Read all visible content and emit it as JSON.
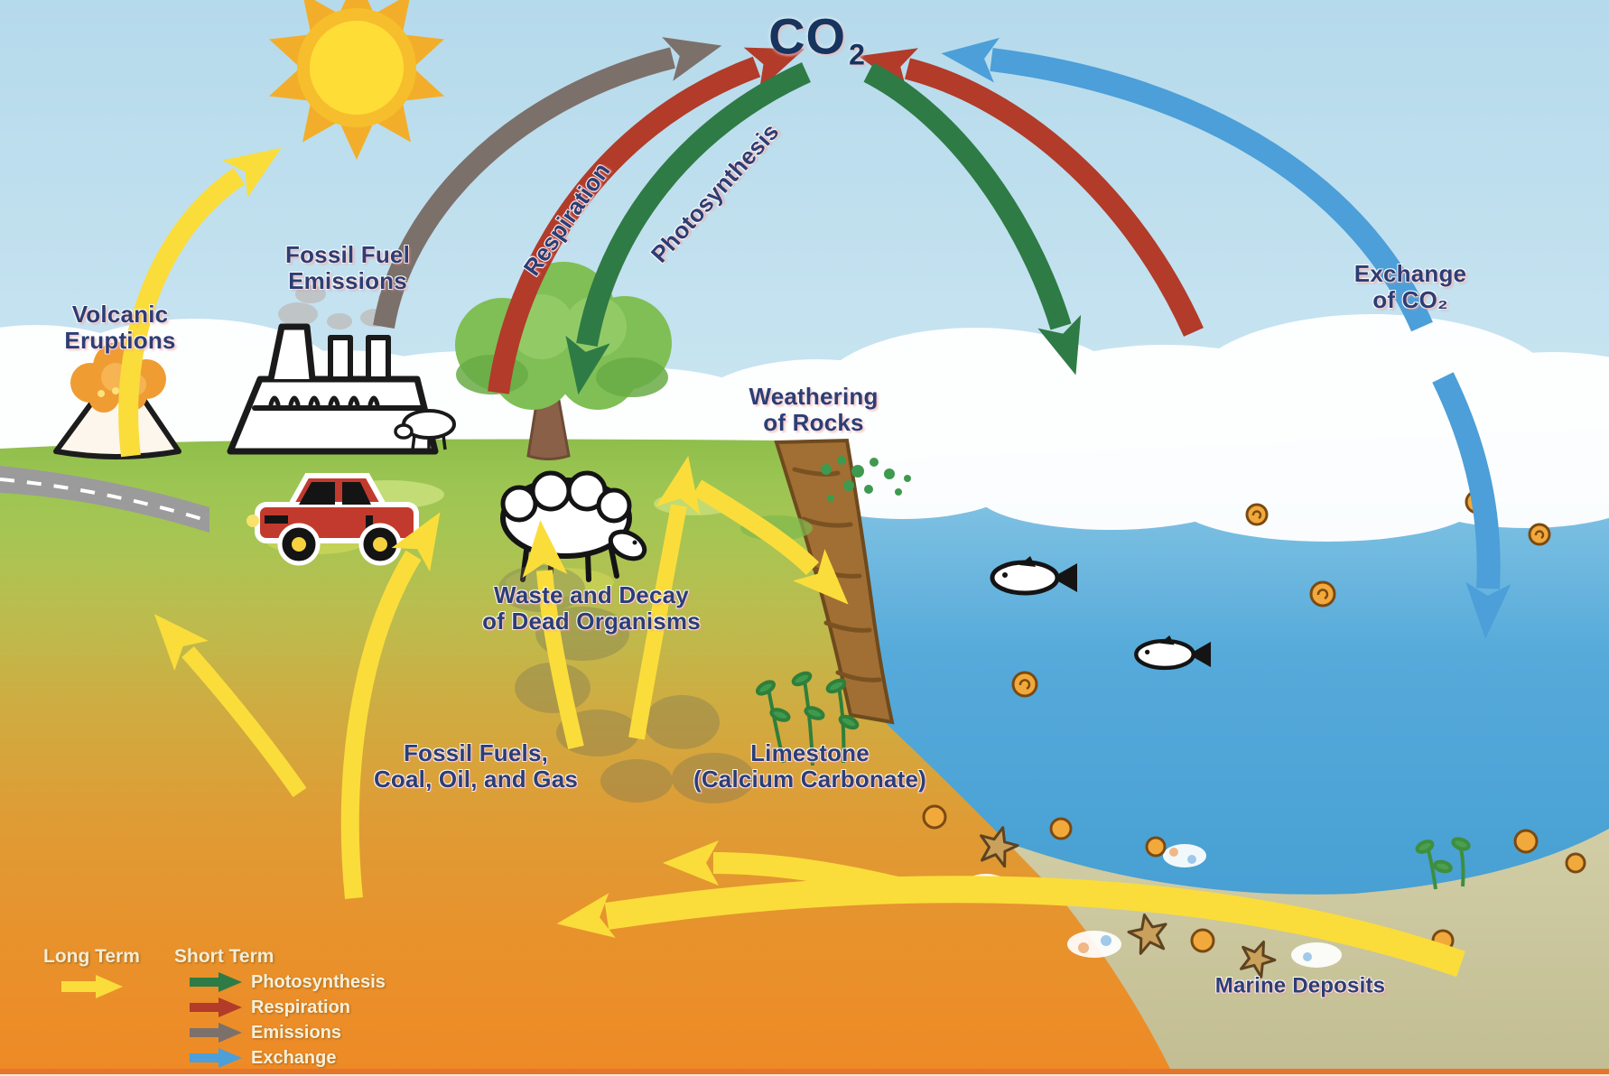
{
  "co2": {
    "main": "CO",
    "sub": "2"
  },
  "arrow_labels": {
    "respiration": "Respiration",
    "photosynthesis": "Photosynthesis"
  },
  "labels": {
    "volcanic": "Volcanic\nEruptions",
    "fossil_fuel_emissions": "Fossil Fuel\nEmissions",
    "exchange_of_co2": "Exchange\nof CO₂",
    "weathering": "Weathering\nof Rocks",
    "waste_decay": "Waste and Decay\nof Dead Organisms",
    "fossil_fuels": "Fossil Fuels,\nCoal, Oil, and Gas",
    "limestone": "Limestone\n(Calcium Carbonate)",
    "marine_deposits": "Marine Deposits"
  },
  "legend": {
    "long_term": "Long Term",
    "short_term": "Short Term",
    "long_term_color": "#FADD3B",
    "items": [
      {
        "label": "Photosynthesis",
        "color": "#2E7B45"
      },
      {
        "label": "Respiration",
        "color": "#B23B2A"
      },
      {
        "label": "Emissions",
        "color": "#7C706B"
      },
      {
        "label": "Exchange",
        "color": "#4C9FD8"
      }
    ]
  },
  "colors": {
    "sky": "#BFE0EF",
    "ocean": "#4AA3D6",
    "grass": "#9CC452",
    "underground": "#E8922C",
    "sand": "#CDC89F",
    "long_term_arrow": "#FADD3B",
    "photosynthesis_arrow": "#2E7B45",
    "respiration_arrow": "#B23B2A",
    "emissions_arrow": "#7C706B",
    "exchange_arrow": "#4C9FD8",
    "label_text": "#2B3E75",
    "co2_text": "#17345F"
  }
}
